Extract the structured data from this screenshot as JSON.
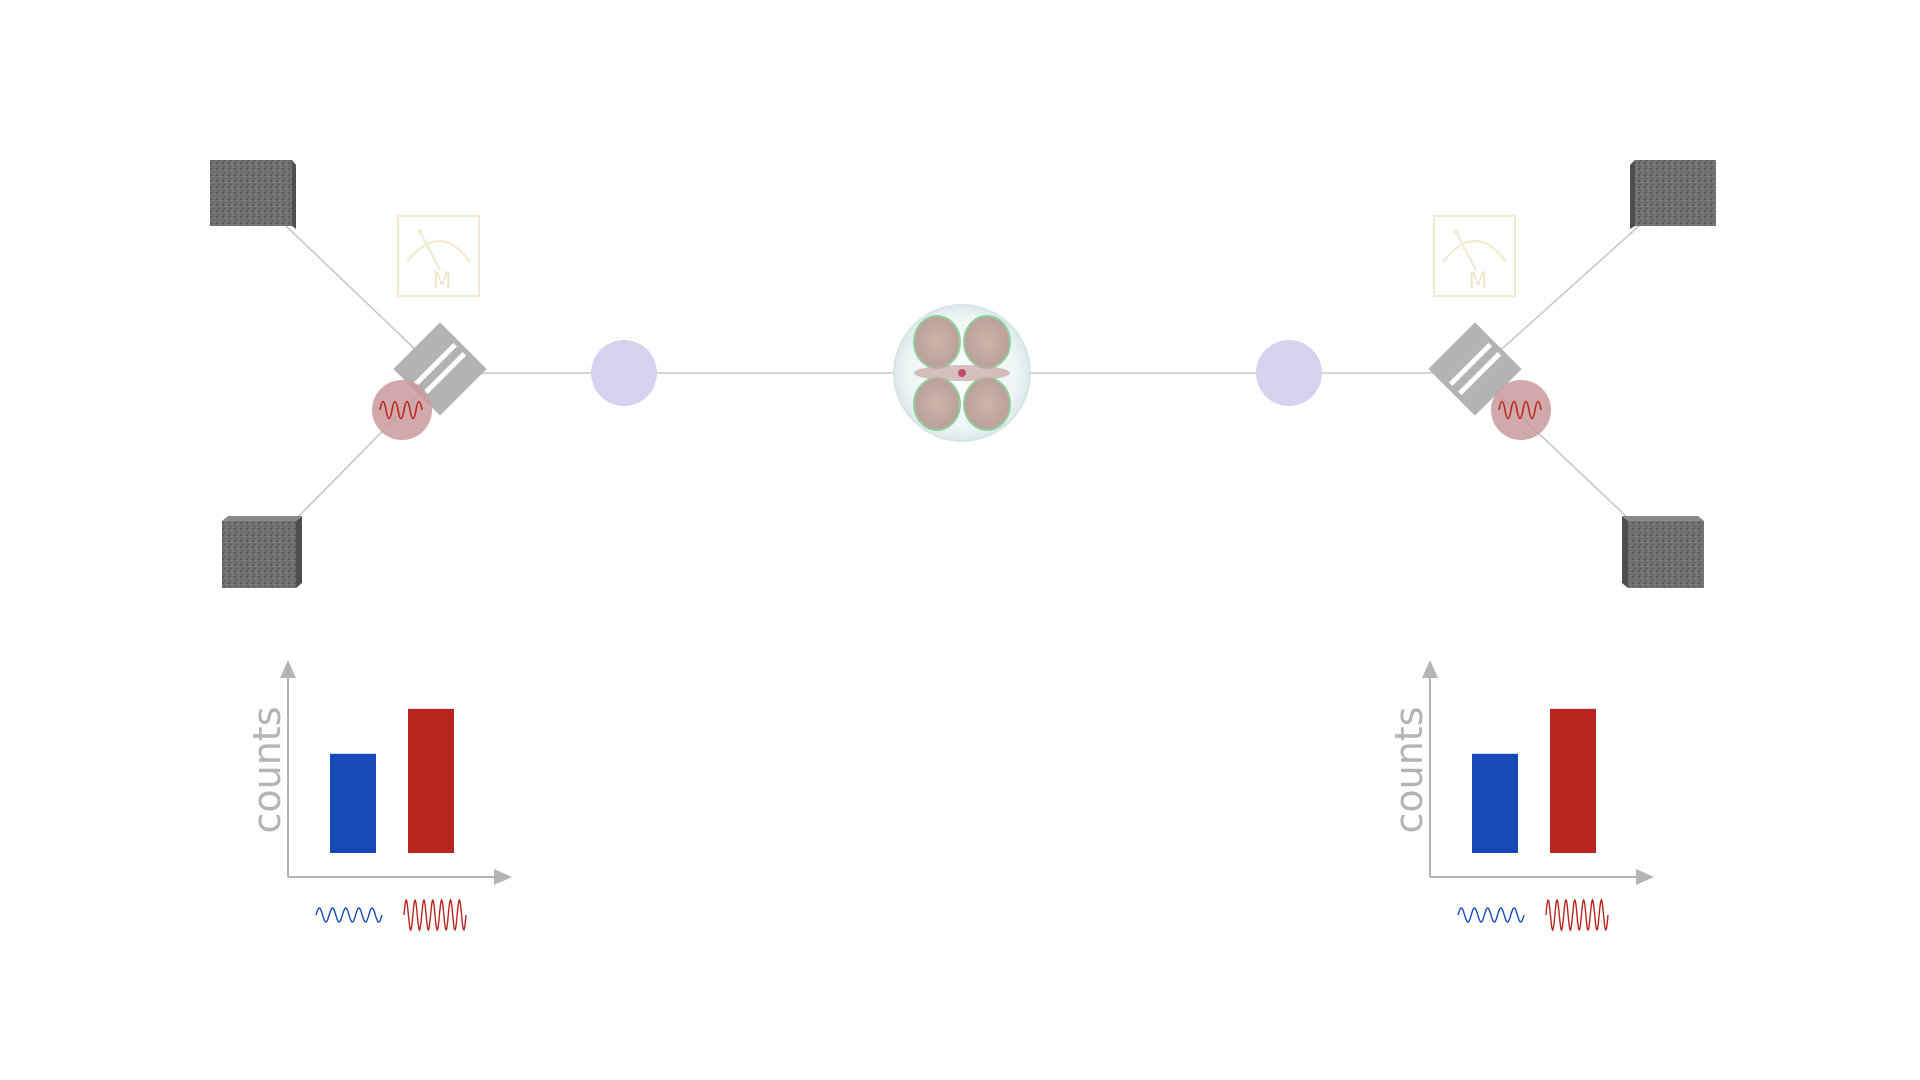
{
  "colors": {
    "beam_line": "#c8c8c8",
    "detector": "#6e6e6e",
    "beamsplitter": "#b3b3b3",
    "photon": "#d8d2f0",
    "modulator_fill": "#c99a9c",
    "wave_red": "#b8261f",
    "wave_blue": "#1749b8",
    "bar_blue": "#1749b8",
    "bar_red": "#b8261f",
    "meter": "#f2ead0",
    "axis": "#b4b4b4",
    "source_shell": "#e6f0f0",
    "source_lobe": "#bba8a0",
    "source_edge": "#8fd19a"
  },
  "icons": {
    "detector": "cube-icon",
    "beamsplitter": "beamsplitter-icon",
    "modulator": "sine-wave-icon",
    "meter": "gauge-meter-icon",
    "source": "orbital-lobes-icon"
  },
  "left_setup": {
    "meter_letter": "M"
  },
  "right_setup": {
    "meter_letter": "M"
  },
  "chart_data": [
    {
      "type": "bar",
      "ylabel": "counts",
      "categories": [
        "low-frequency wave",
        "high-frequency wave"
      ],
      "values": [
        0.64,
        0.93
      ],
      "colors": [
        "#1749b8",
        "#b8261f"
      ]
    },
    {
      "type": "bar",
      "ylabel": "counts",
      "categories": [
        "low-frequency wave",
        "high-frequency wave"
      ],
      "values": [
        0.64,
        0.93
      ],
      "colors": [
        "#1749b8",
        "#b8261f"
      ]
    }
  ]
}
